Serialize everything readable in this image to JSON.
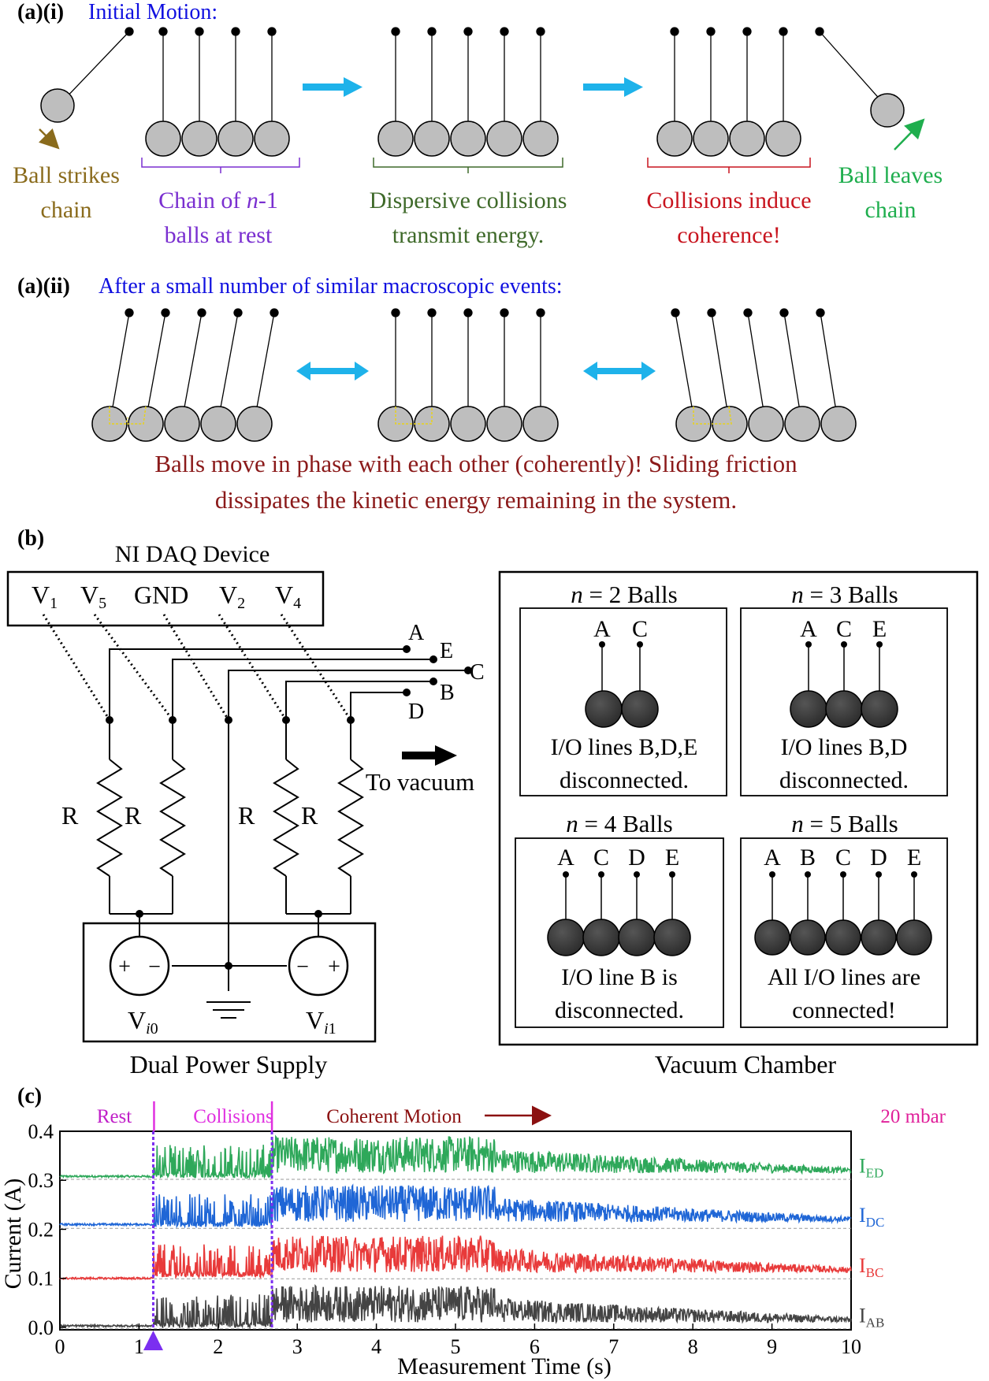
{
  "panel_a": {
    "i": {
      "label": "(a)(i)",
      "title": "Initial Motion:",
      "captions": [
        {
          "l1": "Ball strikes",
          "l2": "chain",
          "color": "#8a6b1c"
        },
        {
          "l1": "Chain of n-1",
          "l2": "balls at rest",
          "color": "#7a2fd0"
        },
        {
          "l1": "Dispersive collisions",
          "l2": "transmit energy.",
          "color": "#3f6a2a"
        },
        {
          "l1": "Collisions induce",
          "l2": "coherence!",
          "color": "#c8141e"
        },
        {
          "l1": "Ball leaves",
          "l2": "chain",
          "color": "#1fae4e"
        }
      ]
    },
    "ii": {
      "label": "(a)(ii)",
      "title": "After a small number of similar macroscopic events:",
      "caption_l1": "Balls move in phase with each other (coherently)! Sliding friction",
      "caption_l2": "dissipates the kinetic energy remaining in the system."
    }
  },
  "panel_b": {
    "label": "(b)",
    "daq_title": "NI DAQ Device",
    "daq_pins": [
      {
        "main": "V",
        "sub": "1"
      },
      {
        "main": "V",
        "sub": "5"
      },
      {
        "main": "GND",
        "sub": ""
      },
      {
        "main": "V",
        "sub": "2"
      },
      {
        "main": "V",
        "sub": "4"
      }
    ],
    "io_lines": [
      "A",
      "E",
      "C",
      "B",
      "D"
    ],
    "resistor_label": "R",
    "arrow_text": "To vacuum",
    "supply": {
      "title": "Dual Power Supply",
      "left": {
        "main": "V",
        "sub": "i0"
      },
      "right": {
        "main": "V",
        "sub": "i1"
      }
    },
    "chamber": {
      "title": "Vacuum Chamber",
      "boxes": [
        {
          "title_var": "n",
          "title_rest": " = 2 Balls",
          "letters": [
            "A",
            "C"
          ],
          "text1": "I/O lines B,D,E",
          "text2": "disconnected."
        },
        {
          "title_var": "n",
          "title_rest": " = 3 Balls",
          "letters": [
            "A",
            "C",
            "E"
          ],
          "text1": "I/O lines B,D",
          "text2": "disconnected."
        },
        {
          "title_var": "n",
          "title_rest": " = 4 Balls",
          "letters": [
            "A",
            "C",
            "D",
            "E"
          ],
          "text1": "I/O line B is",
          "text2": "disconnected."
        },
        {
          "title_var": "n",
          "title_rest": " = 5 Balls",
          "letters": [
            "A",
            "B",
            "C",
            "D",
            "E"
          ],
          "text1": "All I/O lines are",
          "text2": "connected!"
        }
      ]
    }
  },
  "panel_c": {
    "label": "(c)",
    "regions": {
      "rest": "Rest",
      "collisions": "Collisions",
      "coherent": "Coherent Motion",
      "pressure": "20 mbar"
    },
    "colors": {
      "rest": "#c020c8",
      "collisions": "#e030e0",
      "coherent": "#8b1010",
      "pressure": "#e0209a"
    },
    "chart_data": {
      "type": "line",
      "xlabel": "Measurement Time (s)",
      "ylabel": "Current (A)",
      "xlim": [
        0,
        10
      ],
      "ylim": [
        -0.005,
        0.4
      ],
      "xticks": [
        "0",
        "1",
        "2",
        "3",
        "4",
        "5",
        "6",
        "7",
        "8",
        "9",
        "10"
      ],
      "yticks": [
        "0.0",
        "0.1",
        "0.2",
        "0.3",
        "0.4"
      ],
      "markers": [
        1.18,
        2.68
      ],
      "series": [
        {
          "name": "ED",
          "color": "#2ea85a",
          "base": 0.305,
          "rest": 0.308,
          "amp": 0.075
        },
        {
          "name": "DC",
          "color": "#1f66d6",
          "base": 0.205,
          "rest": 0.21,
          "amp": 0.075
        },
        {
          "name": "BC",
          "color": "#e83a3a",
          "base": 0.102,
          "rest": 0.1,
          "amp": 0.075
        },
        {
          "name": "AB",
          "color": "#444444",
          "base": 0.0,
          "rest": 0.003,
          "amp": 0.075
        }
      ]
    }
  }
}
